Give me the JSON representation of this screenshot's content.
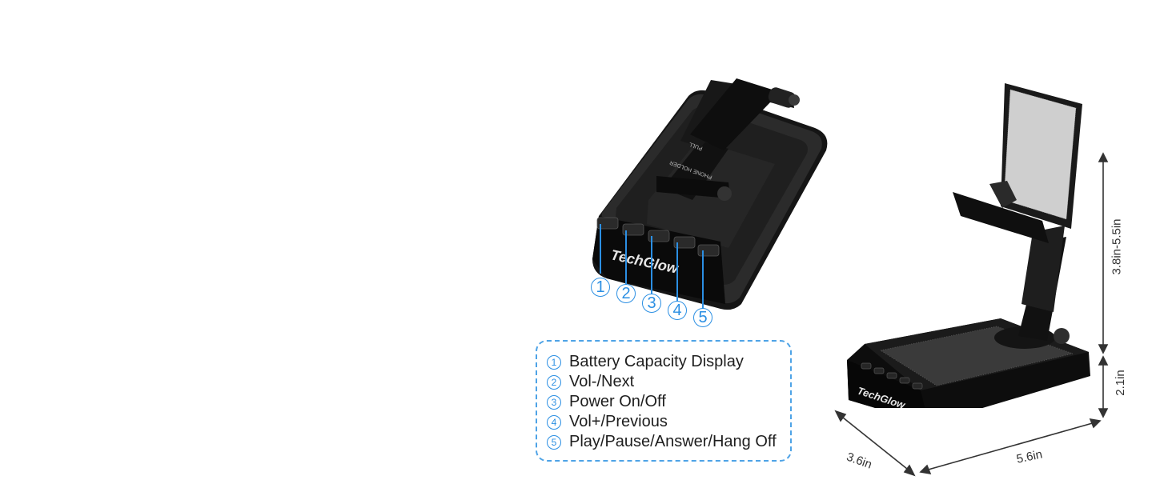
{
  "device_left": {
    "brand": "TechGlow",
    "label_pull": "PULL",
    "label_phone_holder": "PHONE HOLDER",
    "callouts": [
      "1",
      "2",
      "3",
      "4",
      "5"
    ]
  },
  "legend": {
    "items": [
      {
        "num": "1",
        "label": "Battery Capacity Display"
      },
      {
        "num": "2",
        "label": "Vol-/Next"
      },
      {
        "num": "3",
        "label": "Power On/Off"
      },
      {
        "num": "4",
        "label": "Vol+/Previous"
      },
      {
        "num": "5",
        "label": "Play/Pause/Answer/Hang Off"
      }
    ]
  },
  "device_right": {
    "brand": "TechGlow",
    "dimensions": {
      "height_stand": "3.8in-5.5in",
      "height_base": "2.1in",
      "depth": "3.6in",
      "width": "5.6in"
    }
  },
  "colors": {
    "accent": "#2b8fe3",
    "device_dark": "#1c1c1c",
    "device_mid": "#2e2e2e"
  }
}
